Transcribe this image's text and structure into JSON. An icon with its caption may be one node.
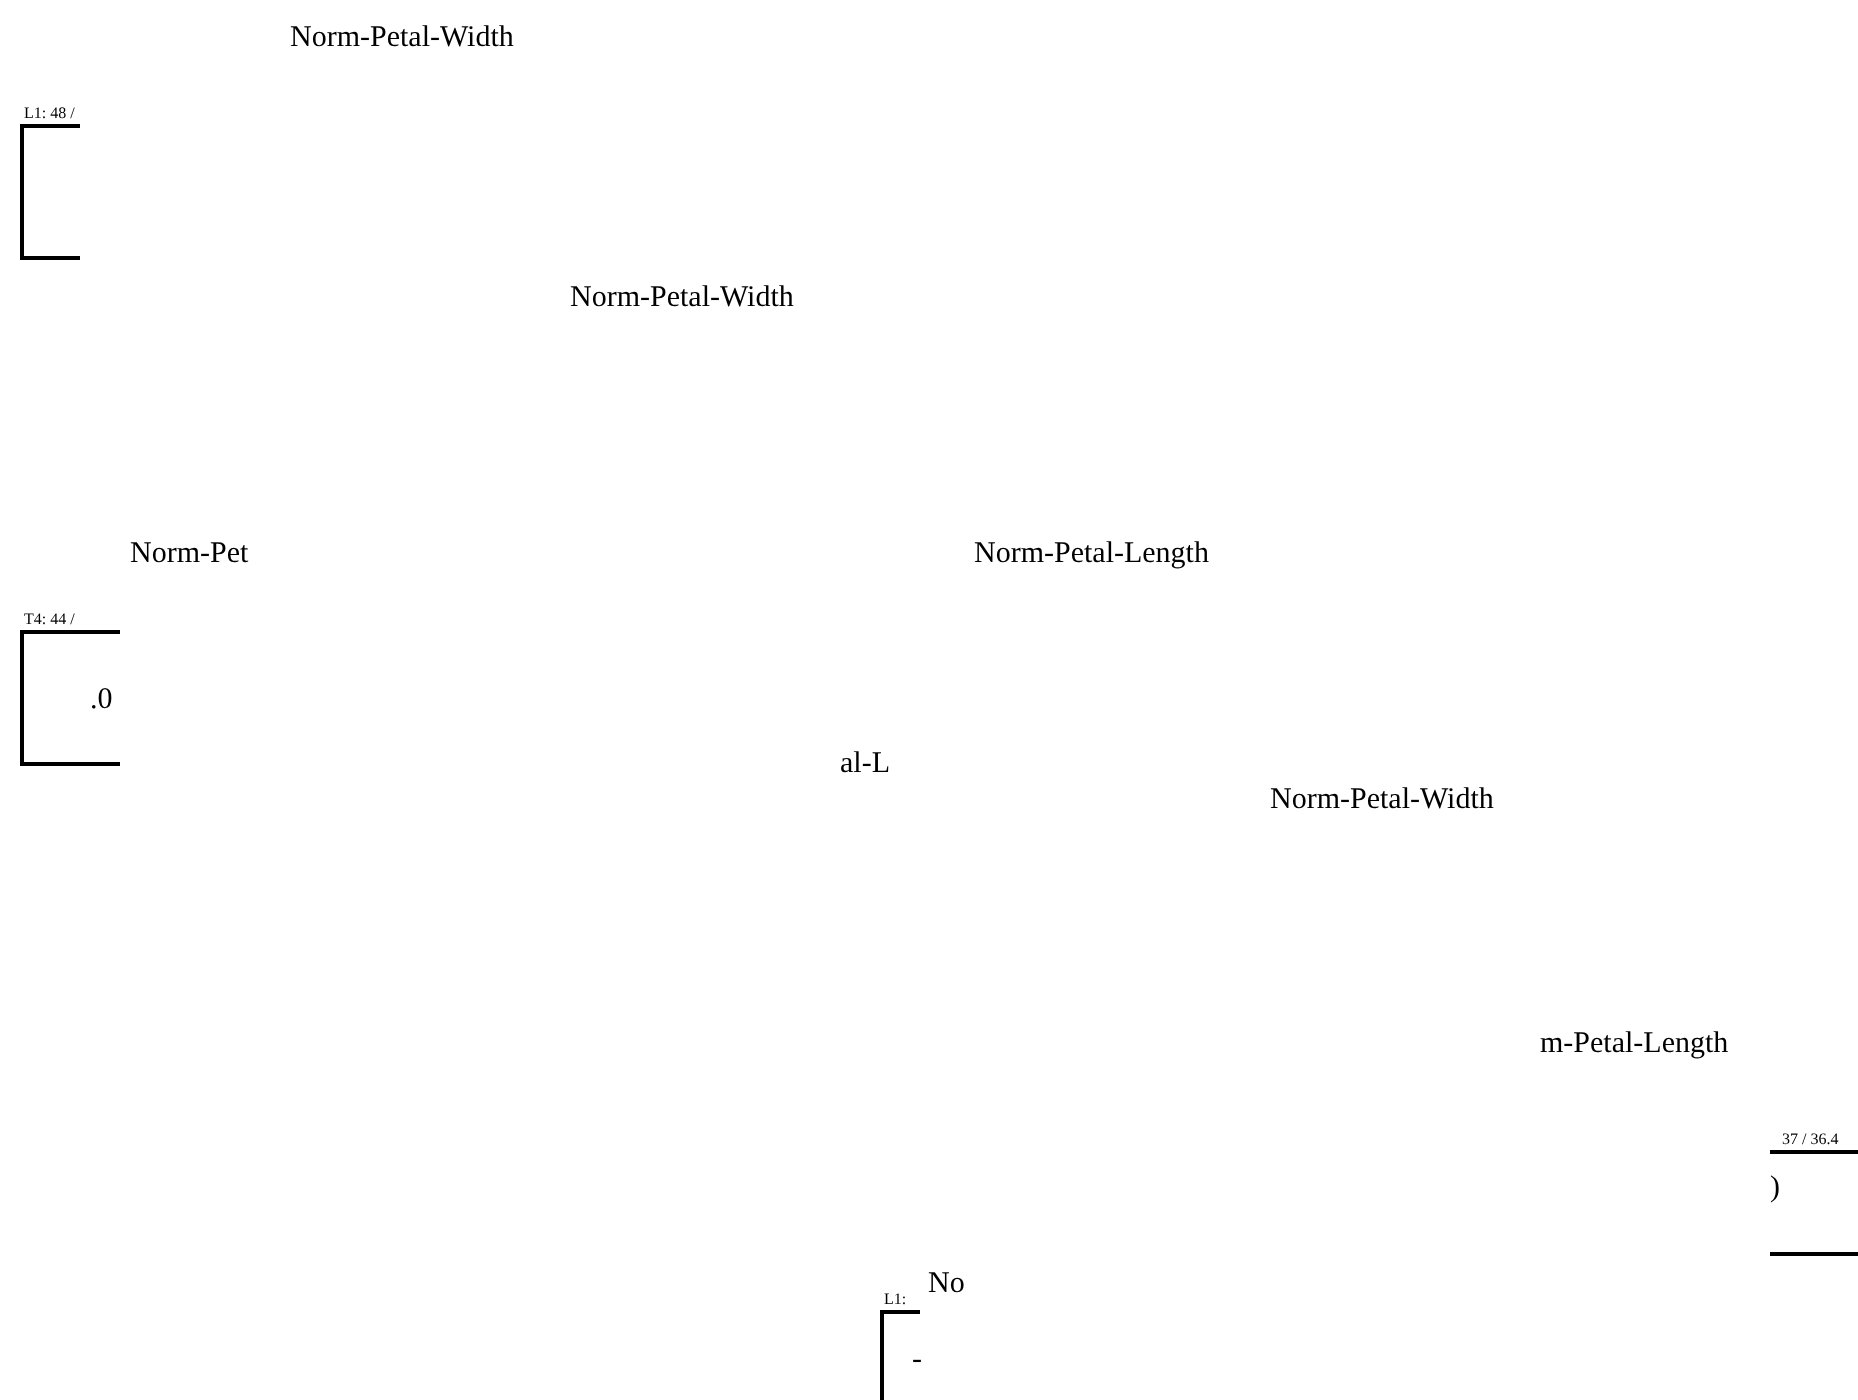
{
  "diagram": {
    "nodes": [
      {
        "text": [
          "L1: 48 /"
        ]
      },
      {
        "text": [
          "T4: 44 /",
          ".0"
        ]
      },
      {
        "text": [
          "37 / 36.4",
          ")"
        ]
      },
      {
        "text": [
          "L1:",
          "-"
        ]
      }
    ],
    "labels": [
      "Norm-Petal-Width",
      "Norm-Petal-Width",
      "Norm-Pet",
      "Norm-Petal-Length",
      "al-L",
      "Norm-Petal-Width",
      "m-Petal-Length",
      "No"
    ]
  }
}
